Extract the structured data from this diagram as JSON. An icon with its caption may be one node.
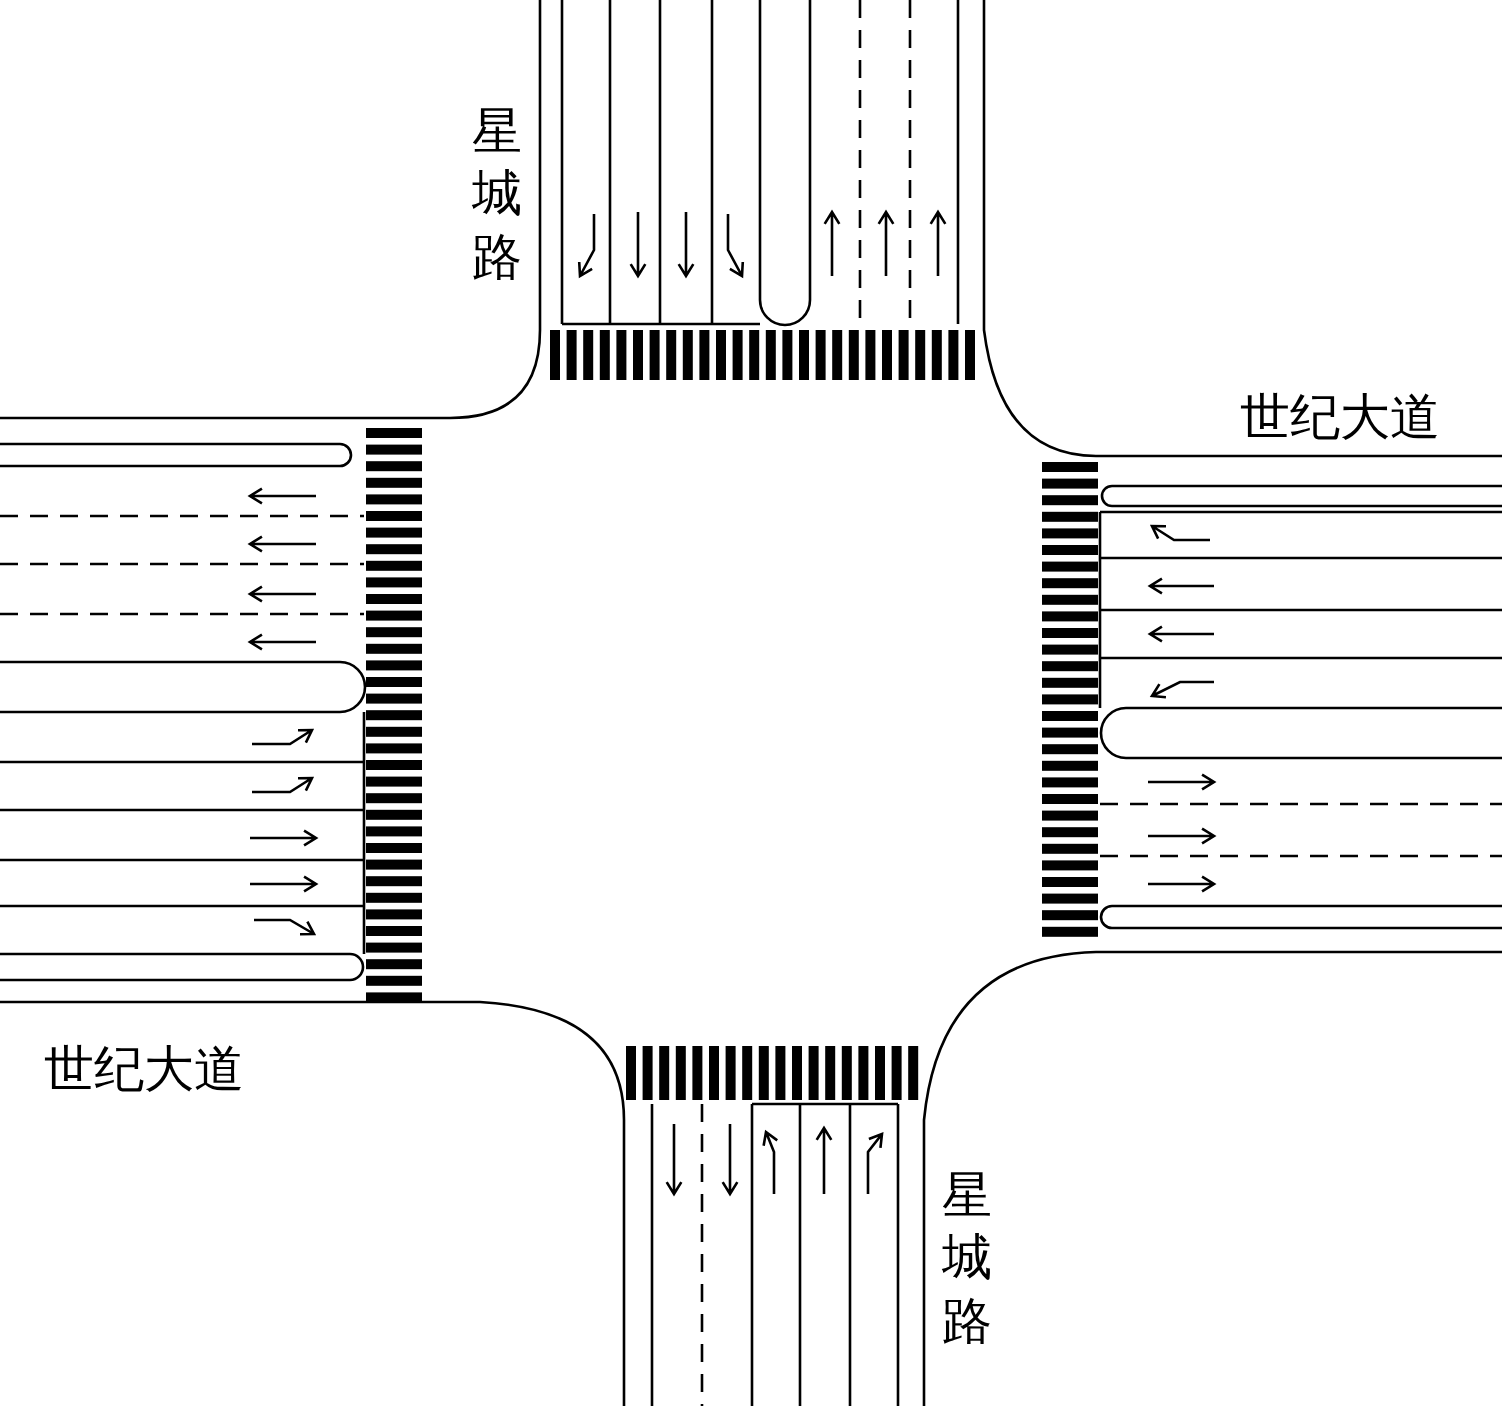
{
  "diagram": {
    "labels": [
      "星城路",
      "世纪大道",
      "世纪大道",
      "星城路"
    ]
  }
}
